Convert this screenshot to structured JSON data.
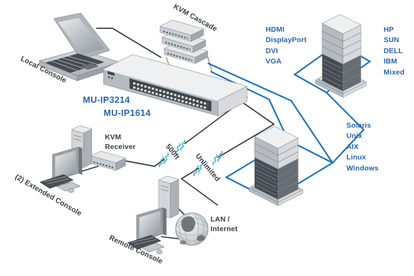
{
  "diagram": {
    "models": {
      "line1": "MU-IP3214",
      "line2": "MU-IP1614"
    },
    "labels": {
      "local_console": "Local Console",
      "kvm_cascade": "KVM Cascade",
      "kvm_receiver_line1": "KVM",
      "kvm_receiver_line2": "Receiver",
      "extended_console": "(2) Extended Console",
      "remote_console": "Remote Console",
      "lan_line1": "LAN /",
      "lan_line2": "Internet",
      "distance_cat5": "500ft",
      "distance_ip": "Unlimited"
    },
    "video_interfaces": [
      "HDMI",
      "DisplayPort",
      "DVI",
      "VGA"
    ],
    "server_brands": [
      "HP",
      "SUN",
      "DELL",
      "IBM",
      "Mixed"
    ],
    "operating_systems": [
      "Solaris",
      "Unix",
      "AIX",
      "Linux",
      "Windows"
    ],
    "colors": {
      "line_blue": "#1B74BC",
      "label_blue": "#2B65AE",
      "squiggle_cyan": "#44B7CB",
      "line_dark": "#35383A",
      "line_tan": "#BC9770",
      "label_dark": "#3A3D3F"
    }
  }
}
